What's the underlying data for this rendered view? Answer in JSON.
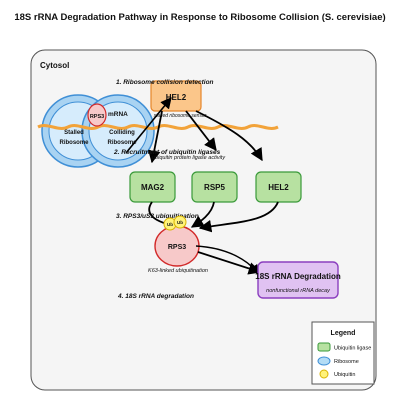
{
  "title": "18S rRNA Degradation Pathway in Response to Ribosome Collision (S. cerevisiae)",
  "compartment": "Cytosol",
  "mrna_label": "mRNA",
  "ribosomes": {
    "stalled": [
      "Stalled",
      "Ribosome"
    ],
    "colliding": [
      "Colliding",
      "Ribosome"
    ],
    "rps3_small": "RPS3"
  },
  "steps": {
    "step1": "1. Ribosome collision detection",
    "step2": "2. Recruitment of ubiquitin ligases",
    "step2_sub": "ubiquitin protein ligase activity",
    "step3": "3. RPS3/uS3 ubiquitination",
    "step3_sub": "K63-linked ubiquitination",
    "step4": "4. 18S rRNA degradation"
  },
  "nodes": {
    "hel2_sensor": {
      "label": "HEL2",
      "sub": "stalled ribosome sensor"
    },
    "mag2": {
      "label": "MAG2"
    },
    "rsp5": {
      "label": "RSP5"
    },
    "hel2": {
      "label": "HEL2"
    },
    "rps3": {
      "label": "RPS3"
    },
    "ub_left": {
      "label": "Ub"
    },
    "ub_right": {
      "label": "Ub"
    },
    "degradation": {
      "label": "18S rRNA Degradation",
      "sub": "nonfunctional rRNA decay"
    }
  },
  "legend": {
    "title": "Legend",
    "items": [
      {
        "label": "Ubiquitin ligase",
        "color": "#b7e1a1"
      },
      {
        "label": "Ribosome",
        "color": "#b3dcf5"
      },
      {
        "label": "Ubiquitin",
        "color": "#fff27a"
      }
    ]
  },
  "colors": {
    "ligase_fill": "#b7e1a1",
    "ligase_stroke": "#3a9a3a",
    "ribosome_fill": "#cfe8fb",
    "ribosome_stroke": "#3f8fd6",
    "hel2_sensor_fill": "#fbc68a",
    "hel2_sensor_stroke": "#e5862a",
    "rps3_fill": "#f7c9c9",
    "rps3_stroke": "#d22a2a",
    "degradation_fill": "#e0c2f2",
    "degradation_stroke": "#8b3fbf",
    "mrna": "#f2a33a"
  }
}
